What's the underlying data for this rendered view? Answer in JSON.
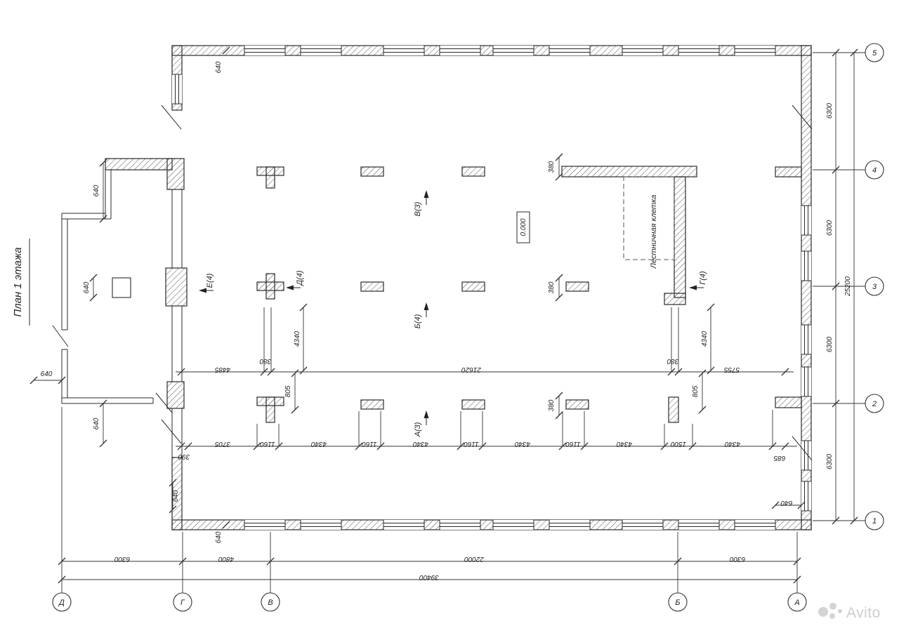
{
  "title": "План 1 этажа",
  "labels": {
    "staircase": "Лестничная клетка",
    "elevation": "0.000"
  },
  "sections": {
    "v3": "В(3)",
    "b4": "Б(4)",
    "a3": "А(3)",
    "e4": "Е(4)",
    "d4": "Д(4)",
    "g4": "Г(4)"
  },
  "axes": {
    "right": [
      "5",
      "4",
      "3",
      "2",
      "1"
    ],
    "bottom": [
      "Д",
      "Г",
      "В",
      "Б",
      "А"
    ]
  },
  "dims": {
    "right_segments": [
      "6300",
      "6300",
      "6300",
      "6300"
    ],
    "right_total": "25200",
    "bottom_segments": [
      "6300",
      "4800",
      "22000",
      "6300"
    ],
    "bottom_total": "39400",
    "chain_mid": [
      "4485",
      "380",
      "21620",
      "380",
      "5755"
    ],
    "chain_low": [
      "390",
      "3705",
      "1160",
      "4340",
      "1160",
      "4340",
      "1160",
      "4340",
      "1160",
      "4340",
      "1500",
      "4340",
      "685"
    ],
    "col_spacing": "4340",
    "col_offset": "805",
    "wall_380": "380",
    "wall_640": "640"
  },
  "watermark": "Avito"
}
